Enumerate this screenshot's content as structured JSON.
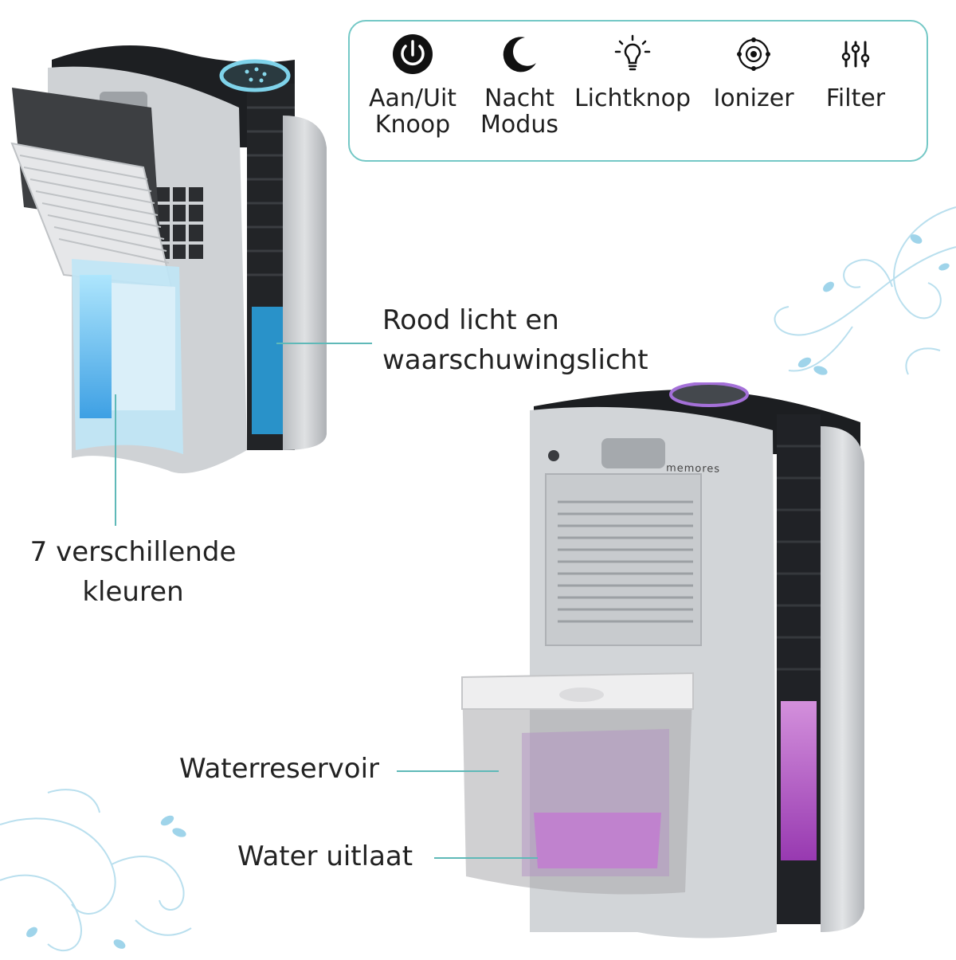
{
  "controls": [
    {
      "icon": "power-icon",
      "line1": "Aan/Uit",
      "line2": "Knoop"
    },
    {
      "icon": "moon-icon",
      "line1": "Nacht",
      "line2": "Modus"
    },
    {
      "icon": "lightbulb-icon",
      "line1": "Lichtknop",
      "line2": ""
    },
    {
      "icon": "ionizer-icon",
      "line1": "Ionizer",
      "line2": ""
    },
    {
      "icon": "filter-sliders-icon",
      "line1": "Filter",
      "line2": ""
    }
  ],
  "callouts": {
    "red_light_line1": "Rood licht en",
    "red_light_line2": "waarschuwingslicht",
    "colors_line1": "7 verschillende",
    "colors_line2": "kleuren",
    "reservoir": "Waterreservoir",
    "outlet": "Water uitlaat"
  },
  "product": {
    "brand": "memores"
  },
  "colors": {
    "accent_teal": "#74c8c6",
    "glow_blue": "#3fb6f2",
    "glow_pink": "#c44fd6",
    "body_gray": "#cfd1d4",
    "grille_dark": "#1d1f22"
  }
}
